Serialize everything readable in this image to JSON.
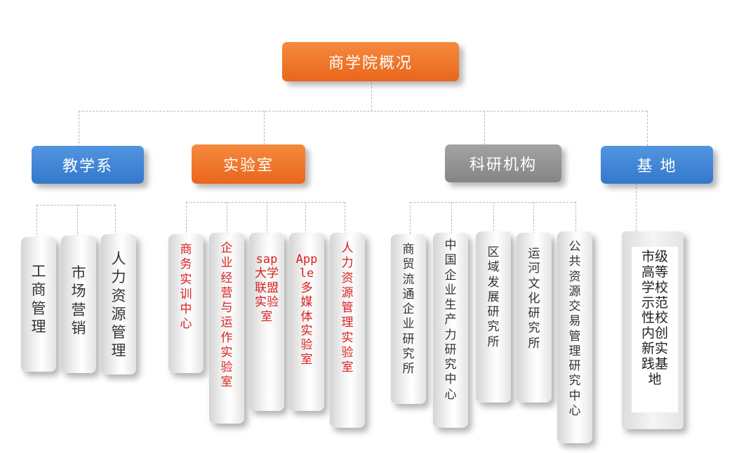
{
  "root": {
    "label": "商学院概况",
    "color": "#f07124"
  },
  "colors": {
    "blue": "#3f86d8",
    "orange": "#f07124",
    "gray": "#8e8e8e",
    "red_text": "#d92020"
  },
  "categories": [
    {
      "label": "教学系",
      "color": "#3f86d8",
      "items": [
        "工商管理",
        "市场营销",
        "人力资源管理"
      ]
    },
    {
      "label": "实验室",
      "color": "#f07124",
      "items": [
        "商务实训中心",
        "企业经营与运作实验室",
        "sap大学联盟实验室",
        "Apple多媒体实验室",
        "人力资源管理实验室"
      ]
    },
    {
      "label": "科研机构",
      "color": "#8e8e8e",
      "items": [
        "商贸流通企业研究所",
        "中国企业生产力研究中心",
        "区域发展研究所",
        "运河文化研究所",
        "公共资源交易管理研究中心"
      ]
    },
    {
      "label": "基 地",
      "color": "#3f86d8",
      "items": [
        "市级高等学校示范性校内创新实践基地"
      ]
    }
  ]
}
